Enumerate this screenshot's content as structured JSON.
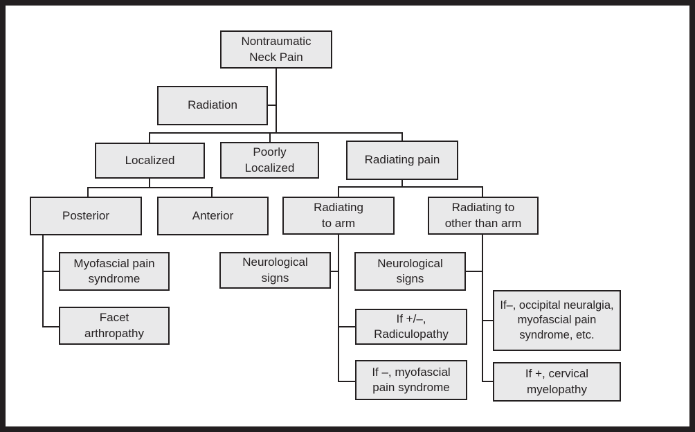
{
  "canvas": {
    "background": "#ffffff",
    "frame_color": "#231f20",
    "box_fill": "#e9e9ea",
    "box_border": "#231f20",
    "text_color": "#231f20",
    "line_color": "#231f20"
  },
  "diagram": {
    "type": "decision-tree-flowchart",
    "root_label": "Nontraumatic Neck Pain"
  },
  "nodes": {
    "root": {
      "label": "Nontraumatic\nNeck Pain"
    },
    "radiation": {
      "label": "Radiation"
    },
    "localized": {
      "label": "Localized"
    },
    "poorly_localized": {
      "label": "Poorly\nLocalized"
    },
    "radiating_pain": {
      "label": "Radiating pain"
    },
    "posterior": {
      "label": "Posterior"
    },
    "anterior": {
      "label": "Anterior"
    },
    "radiating_to_arm": {
      "label": "Radiating\nto arm"
    },
    "radiating_other": {
      "label": "Radiating to\nother than arm"
    },
    "myofascial": {
      "label": "Myofascial pain\nsyndrome"
    },
    "facet": {
      "label": "Facet\narthropathy"
    },
    "neuro_signs_arm": {
      "label": "Neurological\nsigns"
    },
    "neuro_signs_other": {
      "label": "Neurological\nsigns"
    },
    "radiculopathy": {
      "label": "If +/–,\nRadiculopathy"
    },
    "if_neg_myofascial": {
      "label": "If –, myofascial\npain syndrome"
    },
    "if_neg_occipital": {
      "label": "If–, occipital neuralgia,\nmyofascial pain\nsyndrome, etc."
    },
    "if_pos_cervical": {
      "label": "If +, cervical\nmyelopathy"
    }
  },
  "edges": [
    {
      "from": "root",
      "to": "radiation"
    },
    {
      "from": "root",
      "to": "localized"
    },
    {
      "from": "root",
      "to": "poorly_localized"
    },
    {
      "from": "root",
      "to": "radiating_pain"
    },
    {
      "from": "localized",
      "to": "posterior"
    },
    {
      "from": "localized",
      "to": "anterior"
    },
    {
      "from": "radiating_pain",
      "to": "radiating_to_arm"
    },
    {
      "from": "radiating_pain",
      "to": "radiating_other"
    },
    {
      "from": "posterior",
      "to": "myofascial"
    },
    {
      "from": "posterior",
      "to": "facet"
    },
    {
      "from": "radiating_to_arm",
      "to": "neuro_signs_arm"
    },
    {
      "from": "radiating_to_arm",
      "to": "radiculopathy"
    },
    {
      "from": "radiating_to_arm",
      "to": "if_neg_myofascial"
    },
    {
      "from": "radiating_other",
      "to": "neuro_signs_other"
    },
    {
      "from": "radiating_other",
      "to": "if_neg_occipital"
    },
    {
      "from": "radiating_other",
      "to": "if_pos_cervical"
    }
  ]
}
